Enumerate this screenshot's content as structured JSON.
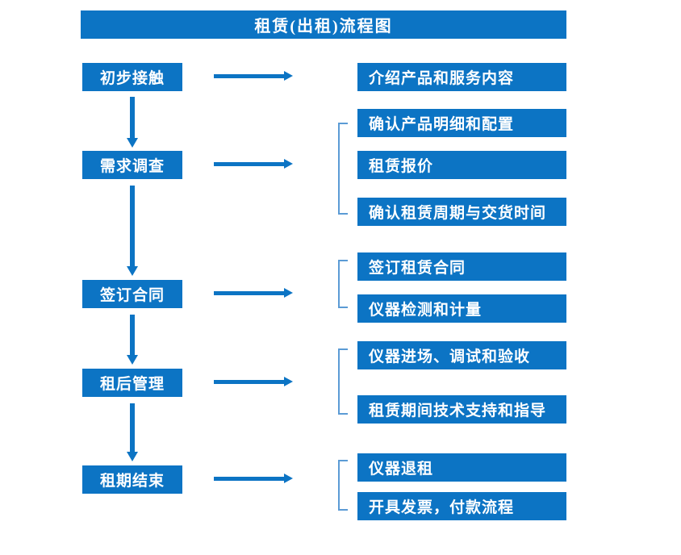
{
  "header": {
    "title": "租赁(出租)流程图"
  },
  "colors": {
    "box_fill": "#0c74c4",
    "box_text": "#ffffff",
    "arrow": "#0c74c4",
    "bracket": "#5b9bd5",
    "background": "#ffffff"
  },
  "flow": {
    "stages": [
      {
        "label": "初步接触"
      },
      {
        "label": "需求调查"
      },
      {
        "label": "签订合同"
      },
      {
        "label": "租后管理"
      },
      {
        "label": "租期结束"
      }
    ],
    "details": [
      {
        "label": "介绍产品和服务内容"
      },
      {
        "label": "确认产品明细和配置"
      },
      {
        "label": "租赁报价"
      },
      {
        "label": "确认租赁周期与交货时间"
      },
      {
        "label": "签订租赁合同"
      },
      {
        "label": "仪器检测和计量"
      },
      {
        "label": "仪器进场、调试和验收"
      },
      {
        "label": "租赁期间技术支持和指导"
      },
      {
        "label": "仪器退租"
      },
      {
        "label": "开具发票，付款流程"
      }
    ],
    "groups": [
      {
        "name": "需求调查-group",
        "members": [
          "确认产品明细和配置",
          "租赁报价",
          "确认租赁周期与交货时间"
        ]
      },
      {
        "name": "签订合同-group",
        "members": [
          "签订租赁合同",
          "仪器检测和计量"
        ]
      },
      {
        "name": "租后管理-group",
        "members": [
          "仪器进场、调试和验收",
          "租赁期间技术支持和指导"
        ]
      },
      {
        "name": "租期结束-group",
        "members": [
          "仪器退租",
          "开具发票，付款流程"
        ]
      }
    ],
    "connectors": {
      "stage_to_detail": "horizontal-arrow",
      "stage_to_stage": "vertical-arrow"
    }
  }
}
